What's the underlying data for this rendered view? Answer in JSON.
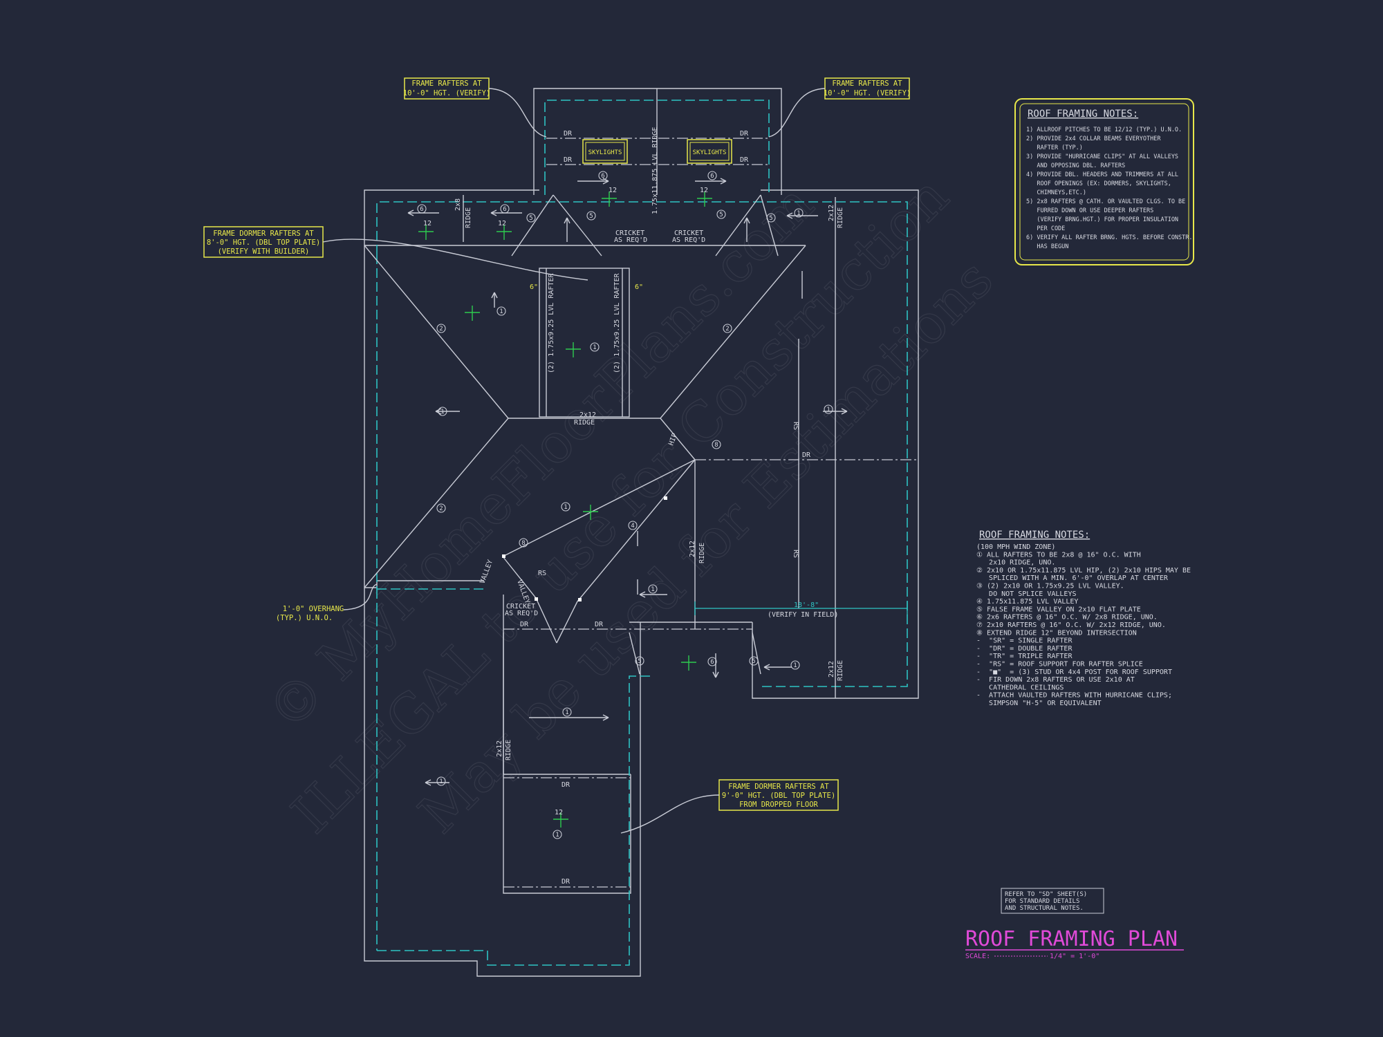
{
  "watermark": {
    "line1": "© MyHomeFloorPlans.com",
    "line2": "ILLEGAL to use for Construction",
    "line3": "May be used for Estimations"
  },
  "callouts": {
    "rafters_left": [
      "FRAME RAFTERS AT",
      "10'-0\" HGT. (VERIFY)"
    ],
    "rafters_right": [
      "FRAME RAFTERS AT",
      "10'-0\" HGT. (VERIFY)"
    ],
    "dormer_left": [
      "FRAME DORMER RAFTERS AT",
      "8'-0\" HGT. (DBL TOP PLATE)",
      "(VERIFY WITH BUILDER)"
    ],
    "dormer_bottom": [
      "FRAME DORMER RAFTERS AT",
      "9'-0\" HGT. (DBL TOP PLATE)",
      "FROM DROPPED FLOOR"
    ],
    "skylight_1": "SKYLIGHTS",
    "skylight_2": "SKYLIGHTS",
    "overhang": [
      "1'-0\" OVERHANG",
      "(TYP.) U.N.O."
    ]
  },
  "plan_labels": {
    "dr": "DR",
    "rs": "RS",
    "ridge": "RIDGE",
    "ridge_2x12": "2x12",
    "ridge_2x8": "2x8",
    "lvl_ridge": "1.75x11.875 LVL RIDGE",
    "lvl_rafter": "(2) 1.75x9.25 LVL RAFTER",
    "cricket": [
      "CRICKET",
      "AS REQ'D"
    ],
    "valley": "VALLEY",
    "hip": "HIP",
    "dim": "18'-8\"",
    "verify": "(VERIFY IN FIELD)",
    "pitch": "12",
    "six": "6\""
  },
  "notes_top": {
    "title": "ROOF FRAMING NOTES:",
    "lines": [
      "1) ALLROOF PITCHES TO BE 12/12 (TYP.) U.N.O.",
      "2) PROVIDE 2x4 COLLAR BEAMS EVERYOTHER",
      "   RAFTER (TYP.)",
      "3) PROVIDE \"HURRICANE CLIPS\" AT ALL VALLEYS",
      "   AND OPPOSING DBL. RAFTERS",
      "4) PROVIDE DBL. HEADERS AND TRIMMERS AT ALL",
      "   ROOF OPENINGS (EX: DORMERS, SKYLIGHTS,",
      "   CHIMNEYS,ETC.)",
      "5) 2x8 RAFTERS @ CATH. OR VAULTED CLGS. TO BE",
      "   FURRED DOWN OR USE DEEPER RAFTERS",
      "   (VERIFY BRNG.HGT.) FOR PROPER INSULATION",
      "   PER CODE",
      "6) VERIFY ALL RAFTER BRNG. HGTS. BEFORE CONSTR.",
      "   HAS BEGUN"
    ]
  },
  "notes_mid": {
    "title": "ROOF FRAMING NOTES:",
    "lines": [
      "(100 MPH WIND ZONE)",
      "① ALL RAFTERS TO BE 2x8 @ 16\" O.C. WITH",
      "   2x10 RIDGE, UNO.",
      "② 2x10 OR 1.75x11.875 LVL HIP, (2) 2x10 HIPS MAY BE",
      "   SPLICED WITH A MIN. 6'-0\" OVERLAP AT CENTER",
      "③ (2) 2x10 OR 1.75x9.25 LVL VALLEY.",
      "   DO NOT SPLICE VALLEYS",
      "④ 1.75x11.875 LVL VALLEY",
      "⑤ FALSE FRAME VALLEY ON 2x10 FLAT PLATE",
      "⑥ 2x6 RAFTERS @ 16\" O.C. W/ 2x8 RIDGE, UNO.",
      "⑦ 2x10 RAFTERS @ 16\" O.C. W/ 2x12 RIDGE, UNO.",
      "⑧ EXTEND RIDGE 12\" BEYOND INTERSECTION",
      "-  \"SR\" = SINGLE RAFTER",
      "-  \"DR\" = DOUBLE RAFTER",
      "-  \"TR\" = TRIPLE RAFTER",
      "-  \"RS\" = ROOF SUPPORT FOR RAFTER SPLICE",
      "-  \"■\"  = (3) STUD OR 4x4 POST FOR ROOF SUPPORT",
      "-  FIR DOWN 2x8 RAFTERS OR USE 2x10 AT",
      "   CATHEDRAL CEILINGS",
      "-  ATTACH VAULTED RAFTERS WITH HURRICANE CLIPS;",
      "   SIMPSON \"H-5\" OR EQUIVALENT"
    ]
  },
  "refer_note": [
    "REFER TO \"SD\" SHEET(S)",
    "FOR STANDARD DETAILS",
    "AND STRUCTURAL NOTES."
  ],
  "title_block": {
    "title": "ROOF FRAMING PLAN",
    "scale_label": "SCALE:",
    "scale_value": "1/4\" = 1'-0\""
  }
}
